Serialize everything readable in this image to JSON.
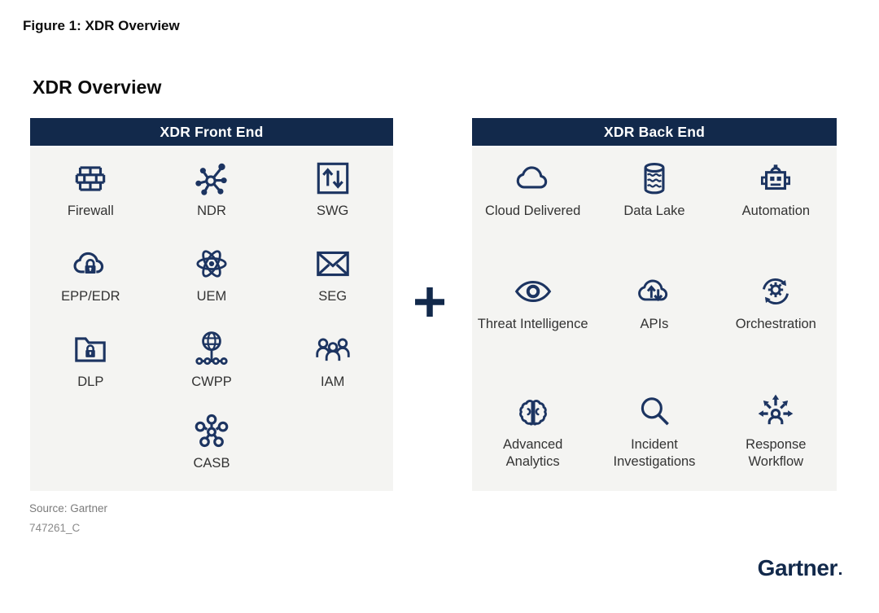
{
  "page": {
    "figure_title": "Figure 1: XDR Overview",
    "chart_title": "XDR Overview",
    "plus_sign": "+",
    "source_line1": "Source: Gartner",
    "source_line2": "747261_C",
    "brand_logo": "Gartner"
  },
  "colors": {
    "header_navy": "#12294b",
    "icon_navy": "#1c3461",
    "panel_background": "#f4f4f2",
    "label_text": "#333333",
    "source_gray": "#7b7b7b"
  },
  "front_end": {
    "header": "XDR Front End",
    "items": [
      {
        "label": "Firewall",
        "icon": "firewall-icon"
      },
      {
        "label": "NDR",
        "icon": "network-hub-icon"
      },
      {
        "label": "SWG",
        "icon": "gateway-arrows-icon"
      },
      {
        "label": "EPP/EDR",
        "icon": "cloud-lock-icon"
      },
      {
        "label": "UEM",
        "icon": "atom-icon"
      },
      {
        "label": "SEG",
        "icon": "envelope-icon"
      },
      {
        "label": "DLP",
        "icon": "folder-lock-icon"
      },
      {
        "label": "CWPP",
        "icon": "globe-network-icon"
      },
      {
        "label": "IAM",
        "icon": "people-group-icon"
      },
      {
        "label": "CASB",
        "icon": "molecule-cluster-icon"
      }
    ]
  },
  "back_end": {
    "header": "XDR Back End",
    "items": [
      {
        "label": "Cloud Delivered",
        "icon": "cloud-icon"
      },
      {
        "label": "Data Lake",
        "icon": "database-waves-icon"
      },
      {
        "label": "Automation",
        "icon": "robot-icon"
      },
      {
        "label": "Threat Intelligence",
        "icon": "eye-icon"
      },
      {
        "label": "APIs",
        "icon": "cloud-arrows-icon"
      },
      {
        "label": "Orchestration",
        "icon": "gear-sync-icon"
      },
      {
        "label": "Advanced Analytics",
        "icon": "brain-icon"
      },
      {
        "label": "Incident Investigations",
        "icon": "magnifier-icon"
      },
      {
        "label": "Response Workflow",
        "icon": "person-arrows-icon"
      }
    ]
  }
}
